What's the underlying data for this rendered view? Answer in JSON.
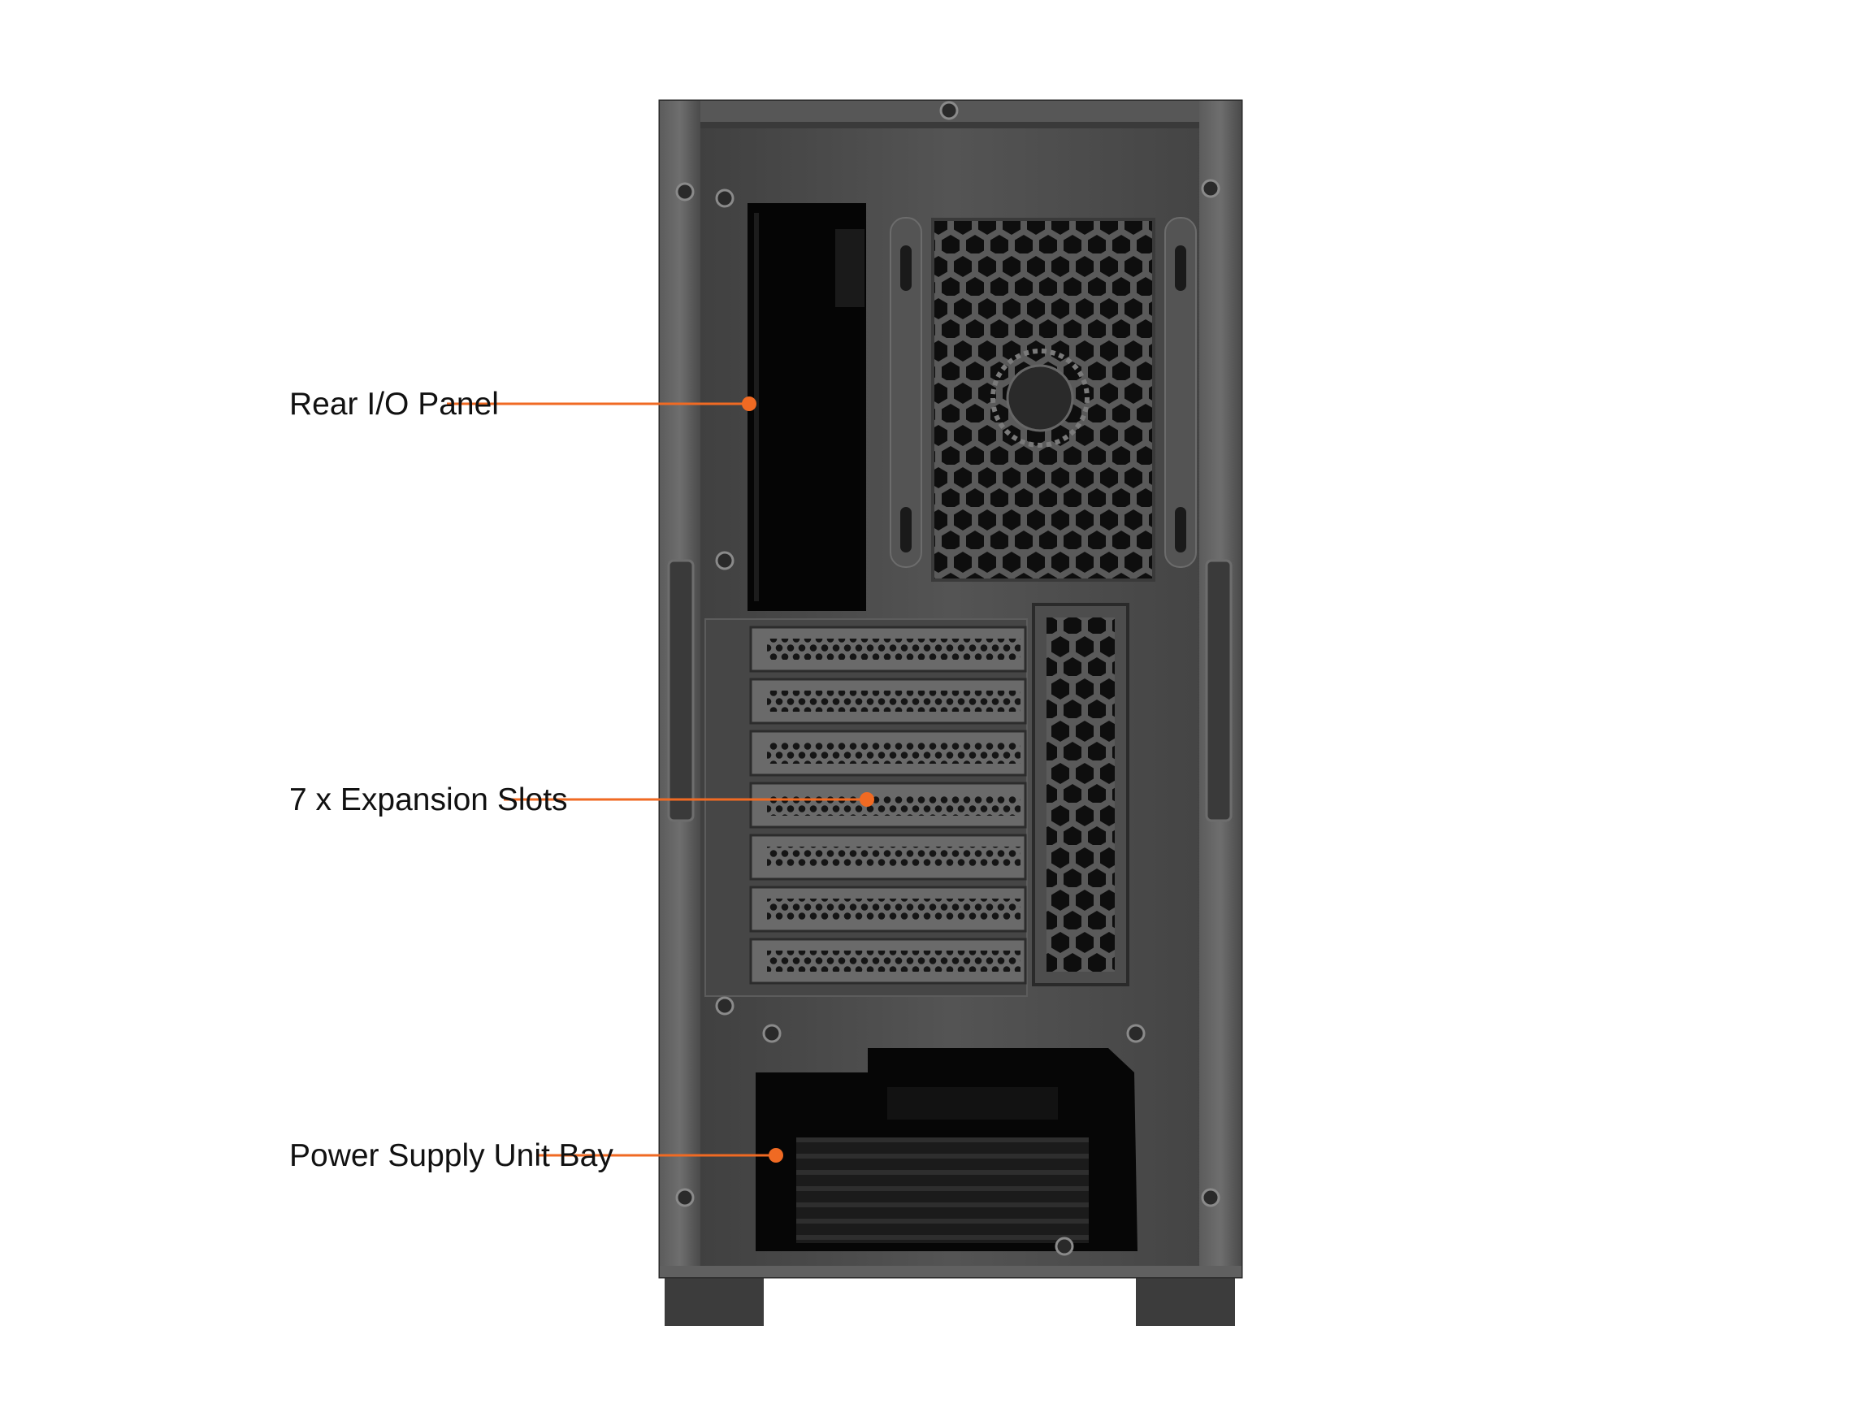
{
  "callouts": {
    "rear_io": "Rear I/O Panel",
    "expansion_slots": "7 x Expansion Slots",
    "psu_bay": "Power Supply Unit Bay"
  },
  "colors": {
    "callout_line": "#f06a23",
    "case_body": "#4b4b4b",
    "background": "#ffffff"
  },
  "product": {
    "expansion_slot_count": 7
  }
}
